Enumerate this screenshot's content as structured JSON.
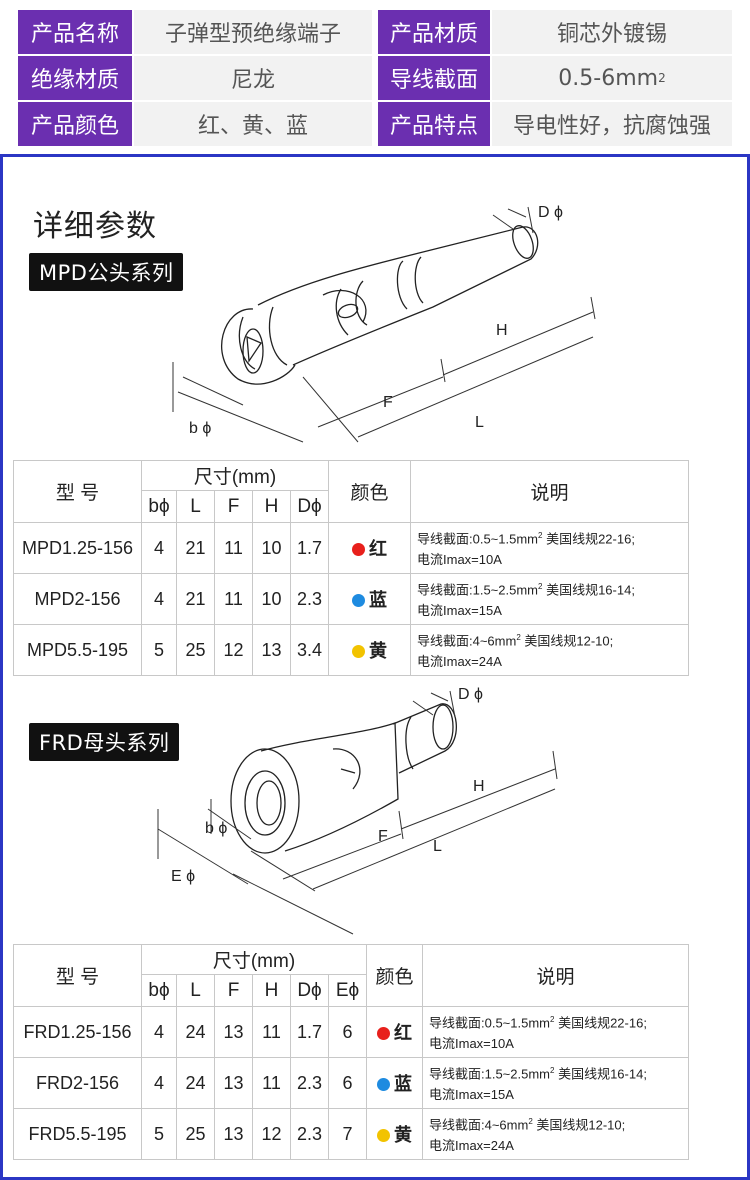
{
  "spec": {
    "rows": [
      {
        "label1": "产品名称",
        "value1": "子弹型预绝缘端子",
        "label2": "产品材质",
        "value2": "铜芯外镀锡"
      },
      {
        "label1": "绝缘材质",
        "value1": "尼龙",
        "label2": "导线截面",
        "value2": "0.5-6mm",
        "value2_sup": "2"
      },
      {
        "label1": "产品颜色",
        "value1": "红、黄、蓝",
        "label2": "产品特点",
        "value2": "导电性好，抗腐蚀强"
      }
    ]
  },
  "detail": {
    "title": "详细参数",
    "male": {
      "badge": "MPD公头系列",
      "dims": {
        "d": "D ϕ",
        "b": "b ϕ",
        "f": "F",
        "h": "H",
        "l": "L"
      },
      "table": {
        "h_model": "型  号",
        "h_size": "尺寸(mm)",
        "h_color": "颜色",
        "h_desc": "说明",
        "cols": [
          "bϕ",
          "L",
          "F",
          "H",
          "Dϕ"
        ],
        "rows": [
          {
            "model": "MPD1.25-156",
            "vals": [
              "4",
              "21",
              "11",
              "10",
              "1.7"
            ],
            "color": "红",
            "dot": "#e8201c",
            "desc1": "导线截面:0.5~1.5mm",
            "sup": "2",
            "desc1b": "  美国线规22-16;",
            "desc2": "电流Imax=10A"
          },
          {
            "model": "MPD2-156",
            "vals": [
              "4",
              "21",
              "11",
              "10",
              "2.3"
            ],
            "color": "蓝",
            "dot": "#1e8be0",
            "desc1": "导线截面:1.5~2.5mm",
            "sup": "2",
            "desc1b": "  美国线规16-14;",
            "desc2": "电流Imax=15A"
          },
          {
            "model": "MPD5.5-195",
            "vals": [
              "5",
              "25",
              "12",
              "13",
              "3.4"
            ],
            "color": "黄",
            "dot": "#f2c300",
            "desc1": "导线截面:4~6mm",
            "sup": "2",
            "desc1b": "          美国线规12-10;",
            "desc2": "电流Imax=24A"
          }
        ]
      }
    },
    "female": {
      "badge": "FRD母头系列",
      "dims": {
        "d": "D ϕ",
        "b": "b ϕ",
        "e": "E ϕ",
        "f": "F",
        "h": "H",
        "l": "L"
      },
      "table": {
        "h_model": "型  号",
        "h_size": "尺寸(mm)",
        "h_color": "颜色",
        "h_desc": "说明",
        "cols": [
          "bϕ",
          "L",
          "F",
          "H",
          "Dϕ",
          "Eϕ"
        ],
        "rows": [
          {
            "model": "FRD1.25-156",
            "vals": [
              "4",
              "24",
              "13",
              "11",
              "1.7",
              "6"
            ],
            "color": "红",
            "dot": "#e8201c",
            "desc1": "导线截面:0.5~1.5mm",
            "sup": "2",
            "desc1b": "  美国线规22-16;",
            "desc2": "电流Imax=10A"
          },
          {
            "model": "FRD2-156",
            "vals": [
              "4",
              "24",
              "13",
              "11",
              "2.3",
              "6"
            ],
            "color": "蓝",
            "dot": "#1e8be0",
            "desc1": "导线截面:1.5~2.5mm",
            "sup": "2",
            "desc1b": "   美国线规16-14;",
            "desc2": "电流Imax=15A"
          },
          {
            "model": "FRD5.5-195",
            "vals": [
              "5",
              "25",
              "13",
              "12",
              "2.3",
              "7"
            ],
            "color": "黄",
            "dot": "#f2c300",
            "desc1": "导线截面:4~6mm",
            "sup": "2",
            "desc1b": "          美国线规12-10;",
            "desc2": "电流Imax=24A"
          }
        ]
      }
    }
  }
}
